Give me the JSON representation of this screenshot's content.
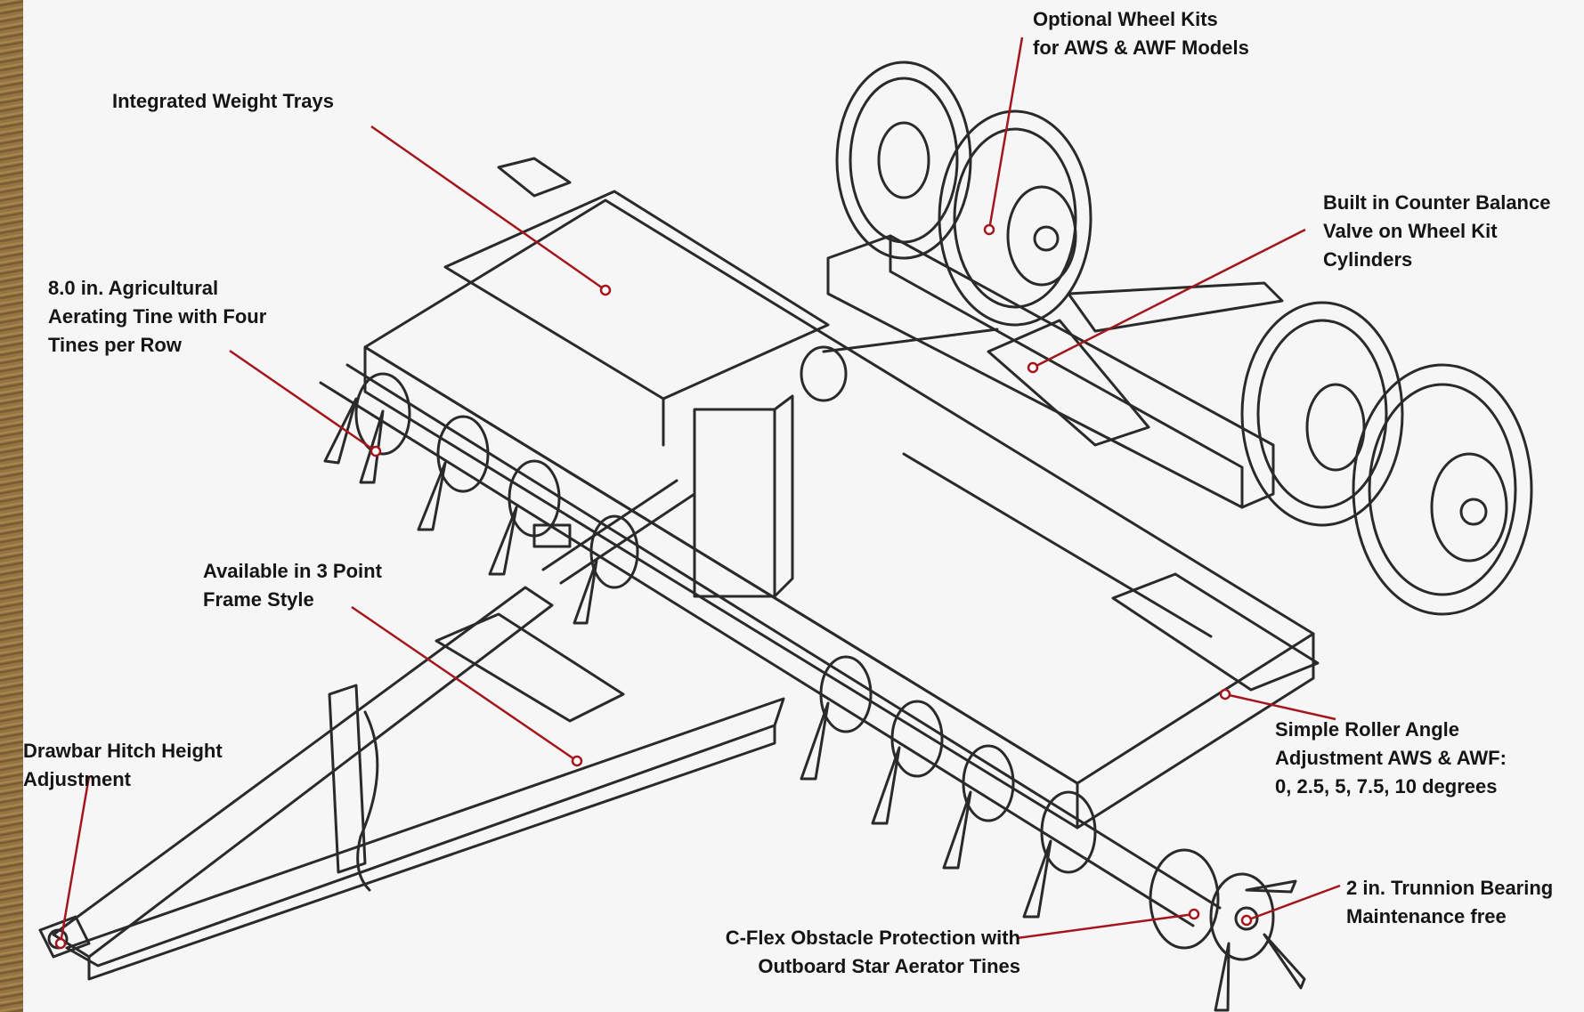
{
  "colors": {
    "leader": "#a3161c",
    "label_text": "#151515",
    "line_art": "#2a2a2a",
    "background": "#f6f6f6"
  },
  "callouts": {
    "wheel_kits": {
      "lines": [
        "Optional Wheel Kits",
        "for AWS & AWF Models"
      ]
    },
    "weight_trays": {
      "lines": [
        "Integrated Weight Trays"
      ]
    },
    "counter_balance": {
      "lines": [
        "Built in Counter Balance",
        "Valve on Wheel Kit",
        "Cylinders"
      ]
    },
    "tine": {
      "lines": [
        "8.0 in. Agricultural",
        "Aerating Tine with Four",
        "Tines per Row"
      ]
    },
    "three_point": {
      "lines": [
        "Available in 3 Point",
        "Frame Style"
      ]
    },
    "drawbar": {
      "lines": [
        "Drawbar Hitch Height",
        "Adjustment"
      ]
    },
    "roller_angle": {
      "lines": [
        "Simple Roller Angle",
        "Adjustment AWS & AWF:",
        "0, 2.5, 5, 7.5, 10 degrees"
      ]
    },
    "trunnion": {
      "lines": [
        "2 in. Trunnion Bearing",
        "Maintenance free"
      ]
    },
    "cflex": {
      "lines": [
        "C-Flex Obstacle Protection with",
        "Outboard Star Aerator Tines"
      ]
    }
  }
}
